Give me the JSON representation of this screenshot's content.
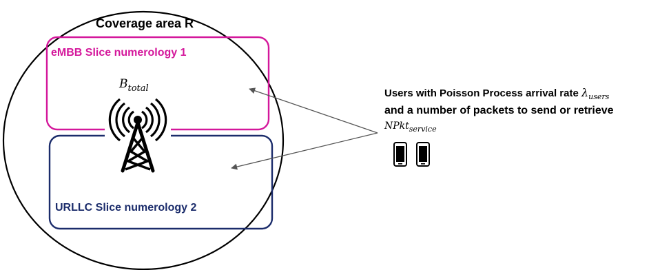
{
  "diagram": {
    "coverage_label": "Coverage area R",
    "embb_label": "eMBB Slice numerology 1",
    "urllc_label": "URLLC Slice numerology 2",
    "b_total": {
      "base": "B",
      "sub": "total"
    },
    "users_line1_text": "Users with Poisson Process arrival rate ",
    "users_lambda": {
      "base": "λ",
      "sub": "users"
    },
    "users_line2": "and a number of packets to send or retrieve",
    "npkt": {
      "base": "NPkt",
      "sub": "service"
    }
  },
  "colors": {
    "embb": "#d4179b",
    "urllc": "#1b2c6b",
    "ink": "#000000",
    "arrow": "#555555"
  },
  "icons": [
    "cell-tower-icon",
    "smartphone-icon",
    "smartphone-icon"
  ]
}
